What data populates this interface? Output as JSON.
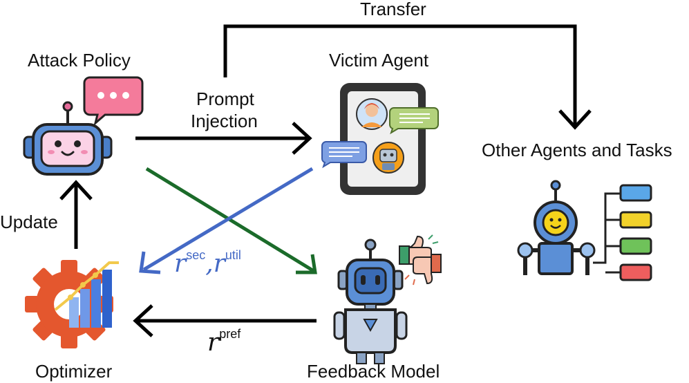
{
  "labels": {
    "attack_policy": "Attack Policy",
    "victim_agent": "Victim Agent",
    "other_agents": "Other Agents and Tasks",
    "transfer": "Transfer",
    "prompt_injection_line1": "Prompt",
    "prompt_injection_line2": "Injection",
    "update": "Update",
    "optimizer": "Optimizer",
    "feedback_model": "Feedback Model"
  },
  "rewards": {
    "r": "r",
    "sec": "sec",
    "comma": ",",
    "util": "util",
    "pref": "pref"
  },
  "colors": {
    "arrow_black": "#000000",
    "arrow_green": "#1b6b2a",
    "arrow_blue": "#4469c5",
    "robot_body": "#5b8fd6",
    "robot_face": "#fbd2e6",
    "chat_pink": "#f47b9b",
    "gear_red": "#e4572e"
  }
}
